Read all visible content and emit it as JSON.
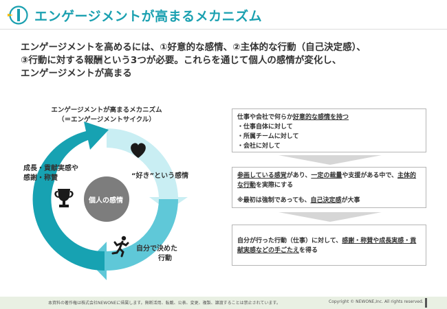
{
  "header": {
    "title": "エンゲージメントが高まるメカニズム"
  },
  "summary": {
    "line1": "エンゲージメントを高めるには、①好意的な感情、②主体的な行動（自己決定感）、",
    "line2": "③行動に対する報酬という3つが必要。これらを通じて個人の感情が変化し、",
    "line3": "エンゲージメントが高まる"
  },
  "cycle": {
    "title_line1": "エンゲージメントが高まるメカニズム",
    "title_line2": "（＝エンゲージメントサイクル）",
    "center": "個人の感情",
    "like_label": "“好き”という感情",
    "action_line1": "自分で決めた",
    "action_line2": "行動",
    "reward_line1": "成長・貢献実感や",
    "reward_line2": "感謝・称賛",
    "icons": [
      "heart-icon",
      "runner-icon",
      "trophy-icon"
    ],
    "colors": {
      "segment_light": "#c9eef3",
      "segment_mid": "#5fc8d8",
      "segment_dark": "#17a2b2",
      "center": "#7d7d7d"
    }
  },
  "boxes": {
    "box1": {
      "p1": "仕事や会社で何らか",
      "p1_u": "好意的な感情を持つ",
      "items": [
        "・仕事自体に対して",
        "・所属チームに対して",
        "・会社に対して"
      ]
    },
    "box2": {
      "u1": "参画している感覚",
      "t1": "があり、",
      "u2": "一定の裁量",
      "t2": "や支援がある中で、",
      "u3": "主体的な行動",
      "t3": "を実際にする",
      "note_pre": "※最初は強制であっても、",
      "note_u": "自己決定感",
      "note_post": "が大事"
    },
    "box3": {
      "t1": "自分が行った行動（仕事）に対して、",
      "u1": "感謝・称賛や成長実感・貢献実感などの手ごたえ",
      "t2": "を得る"
    }
  },
  "footer": {
    "notice": "本資料の著作権は株式会社NEWONEに帰属します。無断活用、転載、公表、変更、複製、譲渡することは禁止されています。",
    "copyright": "Copyright © NEWONE,Inc.  All rights reserved."
  }
}
